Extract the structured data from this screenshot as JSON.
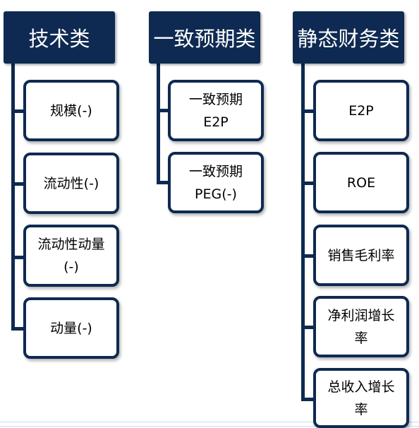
{
  "columns": [
    {
      "header": "技术类",
      "items": [
        "规模(-)",
        "流动性(-)",
        "流动性动量\n(-)",
        "动量(-)"
      ]
    },
    {
      "header": "一致预期类",
      "items": [
        "一致预期\nE2P",
        "一致预期\nPEG(-)"
      ]
    },
    {
      "header": "静态财务类",
      "items": [
        "E2P",
        "ROE",
        "销售毛利率",
        "净利润增长\n率",
        "总收入增长\n率"
      ]
    }
  ],
  "colors": {
    "header_bg": "#0e2a52",
    "box_border": "#0e2a52",
    "connector": "#0e2a52",
    "bottom_lines": "#c9dbf2"
  }
}
